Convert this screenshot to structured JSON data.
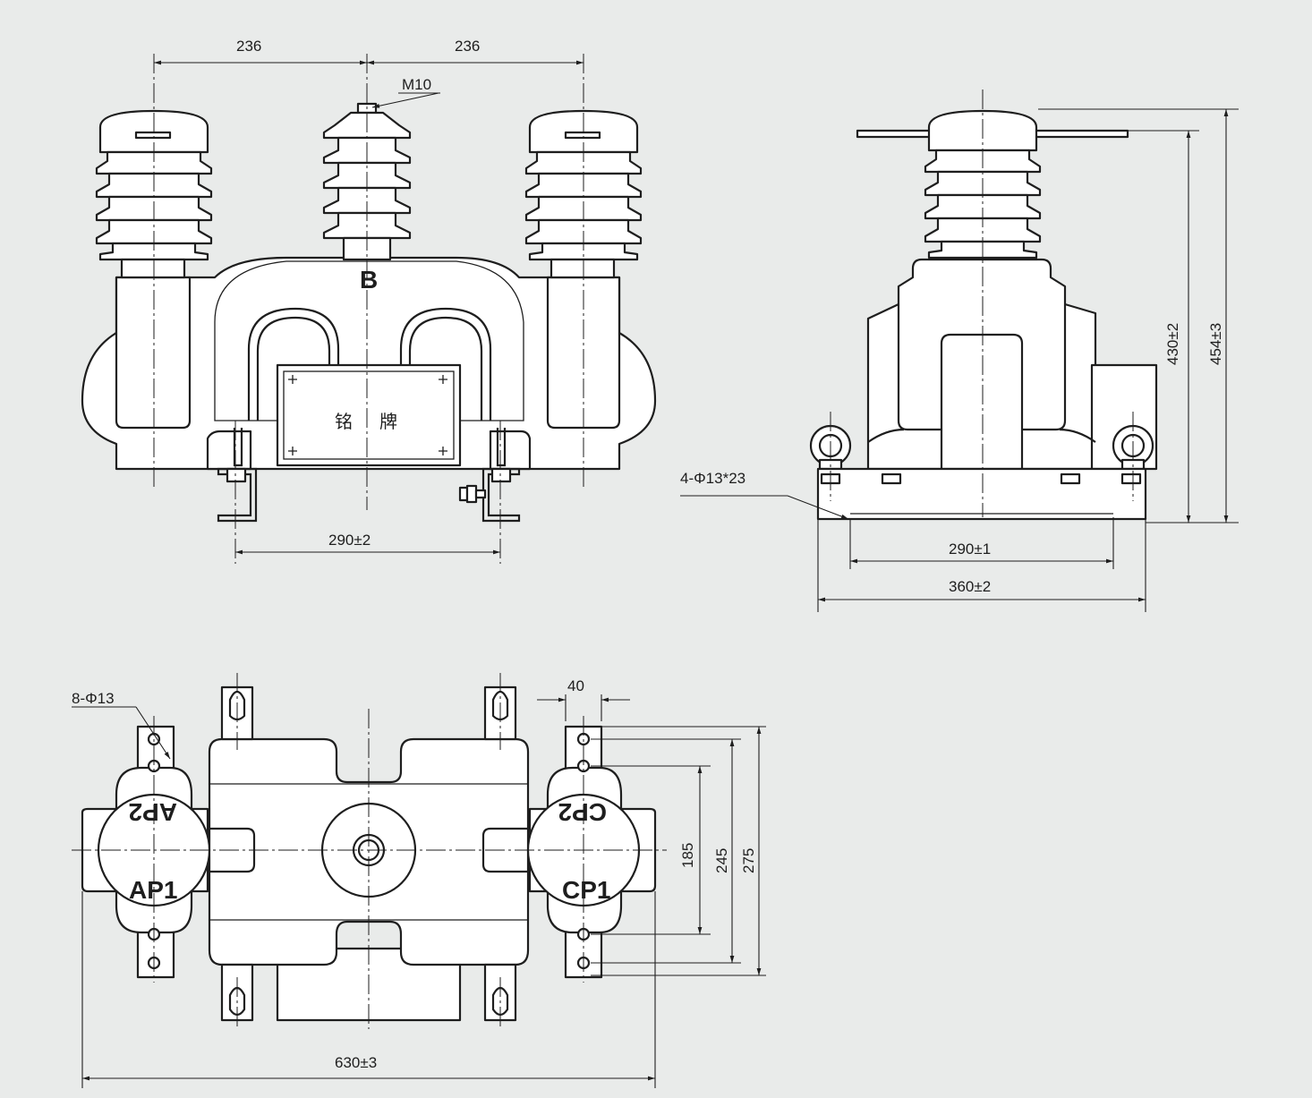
{
  "front_view": {
    "dim_top_left": "236",
    "dim_top_right": "236",
    "thread_label": "M10",
    "phase_label": "B",
    "nameplate_left": "铭",
    "nameplate_right": "牌",
    "dim_bottom": "290±2"
  },
  "side_view": {
    "hole_label": "4-Φ13*23",
    "dim_height_inner": "430±2",
    "dim_height_outer": "454±3",
    "dim_mount": "290±1",
    "dim_width": "360±2"
  },
  "top_view": {
    "hole_label": "8-Φ13",
    "dim_spacing": "40",
    "terminal_ap2": "AP2",
    "terminal_ap1": "AP1",
    "terminal_cp2": "CP2",
    "terminal_cp1": "CP1",
    "dim_185": "185",
    "dim_245": "245",
    "dim_275": "275",
    "dim_width": "630±3"
  }
}
